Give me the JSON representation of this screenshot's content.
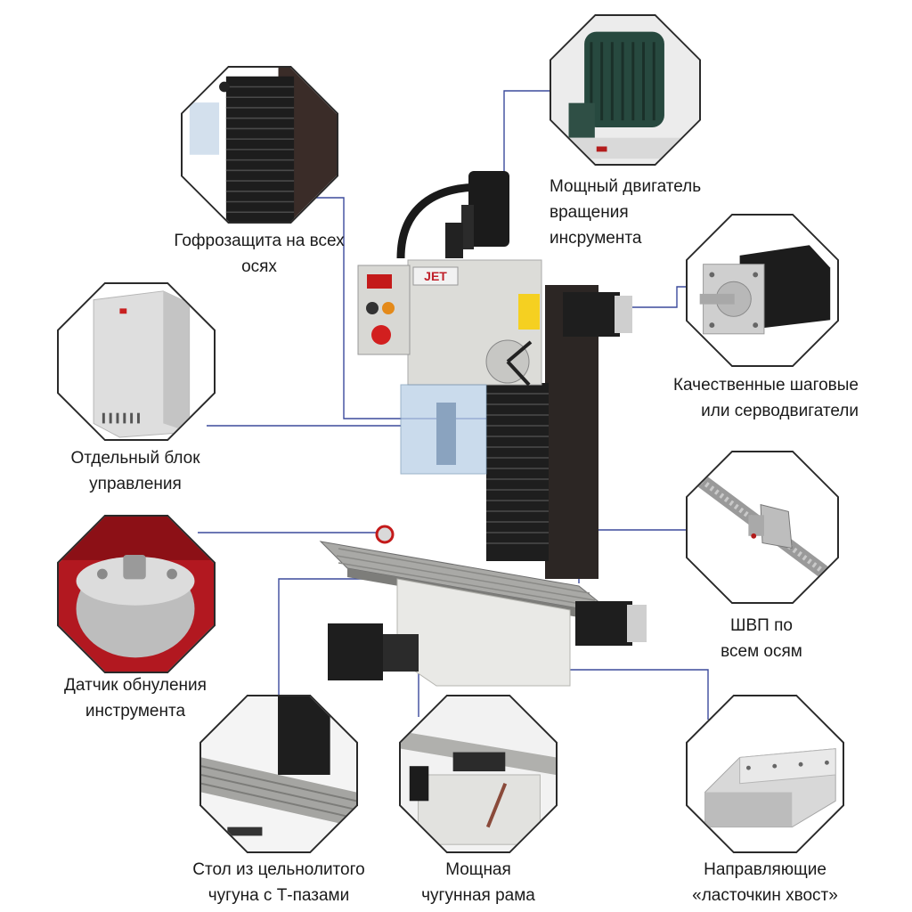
{
  "callouts": {
    "motor": {
      "line1": "Мощный двигатель",
      "line2": "вращения",
      "line3": "инсрумента"
    },
    "bellows": {
      "line1": "Гофрозащита на всех",
      "line2": "осях"
    },
    "stepper": {
      "line1": "Качественные шаговые",
      "line2": "или серводвигатели"
    },
    "control_box": {
      "line1": "Отдельный блок",
      "line2": "управления"
    },
    "ballscrew": {
      "line1": "ШВП по",
      "line2": "всем осям"
    },
    "zero_sensor": {
      "line1": "Датчик обнуления",
      "line2": "инструмента"
    },
    "table": {
      "line1": "Стол из цельнолитого",
      "line2": "чугуна с Т-пазами"
    },
    "frame": {
      "line1": "Мощная",
      "line2": "чугунная рама"
    },
    "guides": {
      "line1": "Направляющие",
      "line2": "«ласточкин хвост»"
    }
  },
  "machine": {
    "brand": "JET"
  },
  "colors": {
    "line": "#3b4a9c",
    "frame": "#2a2a2a"
  }
}
